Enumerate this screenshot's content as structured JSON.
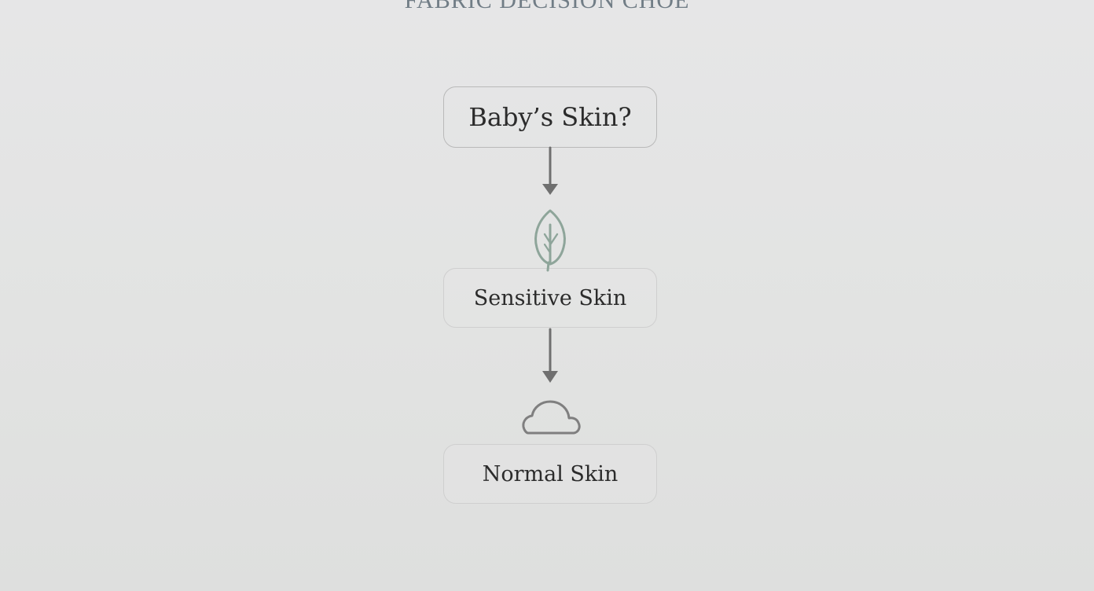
{
  "title": "FABRIC DECISION CHOE",
  "nodes": {
    "root": "Baby’s Skin?",
    "sensitive": "Sensitive Skin",
    "normal": "Normal Skin"
  },
  "icons": {
    "sensitive": "leaf-icon",
    "normal": "cloud-icon"
  },
  "colors": {
    "background": "#e3e3e3",
    "title": "#717d86",
    "text": "#2b2b2b",
    "border": "#bdbdbd",
    "arrow": "#6f6f6f",
    "leaf": "#8ea59a",
    "cloud": "#7f7f7f"
  }
}
